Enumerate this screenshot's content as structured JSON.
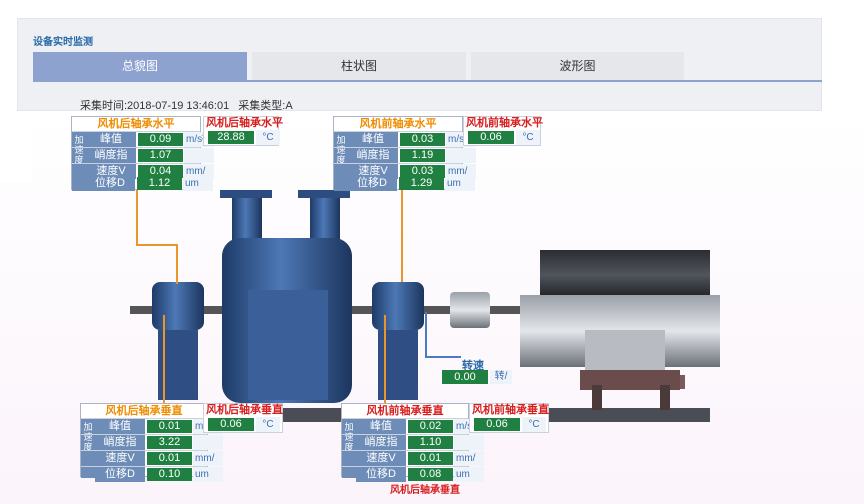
{
  "header": {
    "title": "设备实时监测"
  },
  "tabs": [
    {
      "label": "总貌图",
      "active": true
    },
    {
      "label": "柱状图",
      "active": false
    },
    {
      "label": "波形图",
      "active": false
    }
  ],
  "collect": {
    "time": "采集时间:2018-07-19 13:46:01",
    "type": "采集类型:A"
  },
  "side_label": "加速度",
  "panels": {
    "rear_h": {
      "title": "风机后轴承水平",
      "rows": [
        {
          "label": "峰值",
          "value": "0.09",
          "unit": "m/s²"
        },
        {
          "label": "峭度指",
          "value": "1.07",
          "unit": ""
        },
        {
          "label": "速度V",
          "value": "0.04",
          "unit": "mm/"
        },
        {
          "label": "位移D",
          "value": "1.12",
          "unit": "um"
        }
      ]
    },
    "front_h": {
      "title": "风机前轴承水平",
      "rows": [
        {
          "label": "峰值",
          "value": "0.03",
          "unit": "m/s²"
        },
        {
          "label": "峭度指",
          "value": "1.19",
          "unit": ""
        },
        {
          "label": "速度V",
          "value": "0.03",
          "unit": "mm/"
        },
        {
          "label": "位移D",
          "value": "1.29",
          "unit": "um"
        }
      ]
    },
    "rear_v": {
      "title": "风机后轴承垂直",
      "rows": [
        {
          "label": "峰值",
          "value": "0.01",
          "unit": "m/s²"
        },
        {
          "label": "峭度指",
          "value": "3.22",
          "unit": ""
        },
        {
          "label": "速度V",
          "value": "0.01",
          "unit": "mm/"
        },
        {
          "label": "位移D",
          "value": "0.10",
          "unit": "um"
        }
      ]
    },
    "front_v": {
      "title": "风机前轴承垂直",
      "rows": [
        {
          "label": "峰值",
          "value": "0.02",
          "unit": "m/s²"
        },
        {
          "label": "峭度指",
          "value": "1.10",
          "unit": ""
        },
        {
          "label": "速度V",
          "value": "0.01",
          "unit": "mm/"
        },
        {
          "label": "位移D",
          "value": "0.08",
          "unit": "um"
        }
      ]
    }
  },
  "temps": {
    "rear_h": {
      "title": "风机后轴承水平",
      "value": "28.88",
      "unit": "°C"
    },
    "front_h": {
      "title": "风机前轴承水平",
      "value": "0.06",
      "unit": "°C"
    },
    "rear_v": {
      "title": "风机后轴承垂直",
      "value": "0.06",
      "unit": "°C"
    },
    "front_v": {
      "title": "风机前轴承垂直",
      "value": "0.06",
      "unit": "°C"
    }
  },
  "speed": {
    "label": "转速",
    "value": "0.00",
    "unit": "转/"
  },
  "partial_label": "风机后轴承垂直",
  "colors": {
    "accent": "#8da2cf",
    "value_bg": "#1f8041",
    "label_bg": "#6d8db8",
    "title_orange": "#f08c00",
    "title_red": "#d81e1e"
  }
}
